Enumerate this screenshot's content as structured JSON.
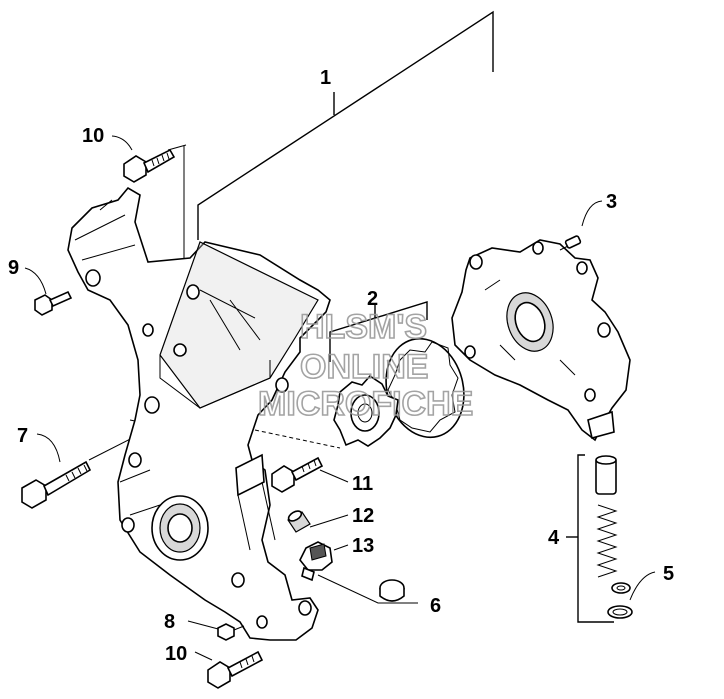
{
  "callouts": {
    "c1": "1",
    "c2": "2",
    "c3": "3",
    "c4": "4",
    "c5": "5",
    "c6": "6",
    "c7": "7",
    "c8": "8",
    "c9": "9",
    "c10_top": "10",
    "c10_bottom": "10",
    "c11": "11",
    "c12": "12",
    "c13": "13"
  },
  "watermark": {
    "line1": "HLSM'S",
    "line2": "ONLINE",
    "line3": "MICROFICHE"
  }
}
